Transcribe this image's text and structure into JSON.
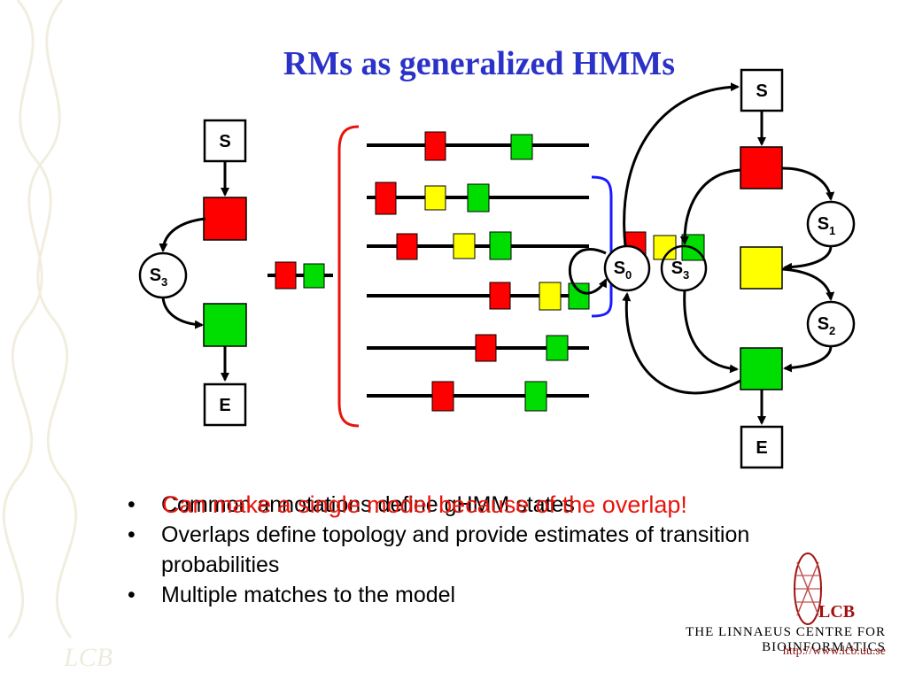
{
  "title": "RMs as generalized HMMs",
  "colors": {
    "title": "#2a32c8",
    "red": "#ff0000",
    "yellow": "#ffff00",
    "green": "#00dd00",
    "bracket_red": "#e8140c",
    "bracket_blue": "#1a1aff",
    "overlay_text": "#e8140c"
  },
  "left_model": {
    "start": "S",
    "loop_state": "S",
    "loop_sub": "3",
    "end": "E"
  },
  "right_model": {
    "start": "S",
    "s1": "S",
    "s1_sub": "1",
    "s2": "S",
    "s2_sub": "2",
    "s0": "S",
    "s0_sub": "0",
    "s3": "S",
    "s3_sub": "3",
    "end": "E"
  },
  "bullets": [
    "Common annotations define gHMM states",
    "Overlaps define topology and provide estimates of transition probabilities",
    "Multiple matches to the model"
  ],
  "bullet_char": "•",
  "overlay_text": "Can make a single model because of the overlap!",
  "footer": {
    "lcb_mark": "LCB",
    "institute": "THE LINNAEUS CENTRE FOR BIOINFORMATICS",
    "url": "http://www.lcb.uu.se"
  }
}
